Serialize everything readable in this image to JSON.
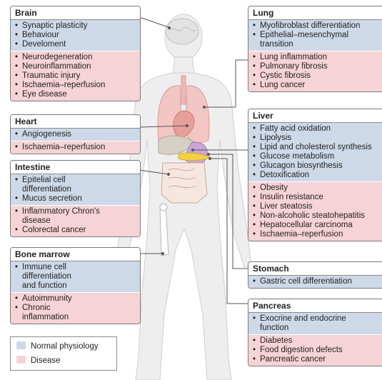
{
  "colors": {
    "normal": "#cdd9e8",
    "disease": "#f6d3d6",
    "line": "#555555"
  },
  "panels": {
    "brain": {
      "title": "Brain",
      "normal": [
        "Synaptic plasticity",
        "Behaviour",
        "Develoment"
      ],
      "disease": [
        "Neurodegeneration",
        "Neuroinflammation",
        "Traumatic injury",
        "Ischaemia–reperfusion",
        "Eye disease"
      ]
    },
    "heart": {
      "title": "Heart",
      "normal": [
        "Angiogenesis"
      ],
      "disease": [
        "Ischaemia–reperfusion"
      ]
    },
    "intestine": {
      "title": "Intestine",
      "normal": [
        "Epitelial cell",
        "differentiation",
        "Mucus secretion"
      ],
      "disease": [
        "Inflammatory Chron's",
        "disease",
        "Colorectal cancer"
      ]
    },
    "bone_marrow": {
      "title": "Bone marrow",
      "normal": [
        "Immune cell",
        "differentiation",
        "and function"
      ],
      "disease": [
        "Autoimmunity",
        "Chronic",
        "inflammation"
      ]
    },
    "lung": {
      "title": "Lung",
      "normal": [
        "Myofibroblast differentiation",
        "Epithelial–mesenchymal",
        "transition"
      ],
      "disease": [
        "Lung inflammation",
        "Pulmonary fibrosis",
        "Cystic fibrosis",
        "Lung cancer"
      ]
    },
    "liver": {
      "title": "Liver",
      "normal": [
        "Fatty acid oxidation",
        "Lipolysis",
        "Lipid and cholesterol synthesis",
        "Glucose metabolism",
        "Glucagon biosynthesis",
        "Detoxification"
      ],
      "disease": [
        "Obesity",
        "Insulin resistance",
        "Liver steatosis",
        "Non-alcoholic steatohepatitis",
        "Hepatocellular carcinoma",
        "Ischaemia–reperfusion"
      ]
    },
    "stomach": {
      "title": "Stomach",
      "normal": [
        "Gastric cell differentiation"
      ],
      "disease": []
    },
    "pancreas": {
      "title": "Pancreas",
      "normal": [
        "Exocrine and endocrine",
        "function"
      ],
      "disease": [
        "Diabetes",
        "Food digestion defects",
        "Pancreatic cancer"
      ]
    }
  },
  "legend": {
    "normal": "Normal physiology",
    "disease": "Disease"
  }
}
